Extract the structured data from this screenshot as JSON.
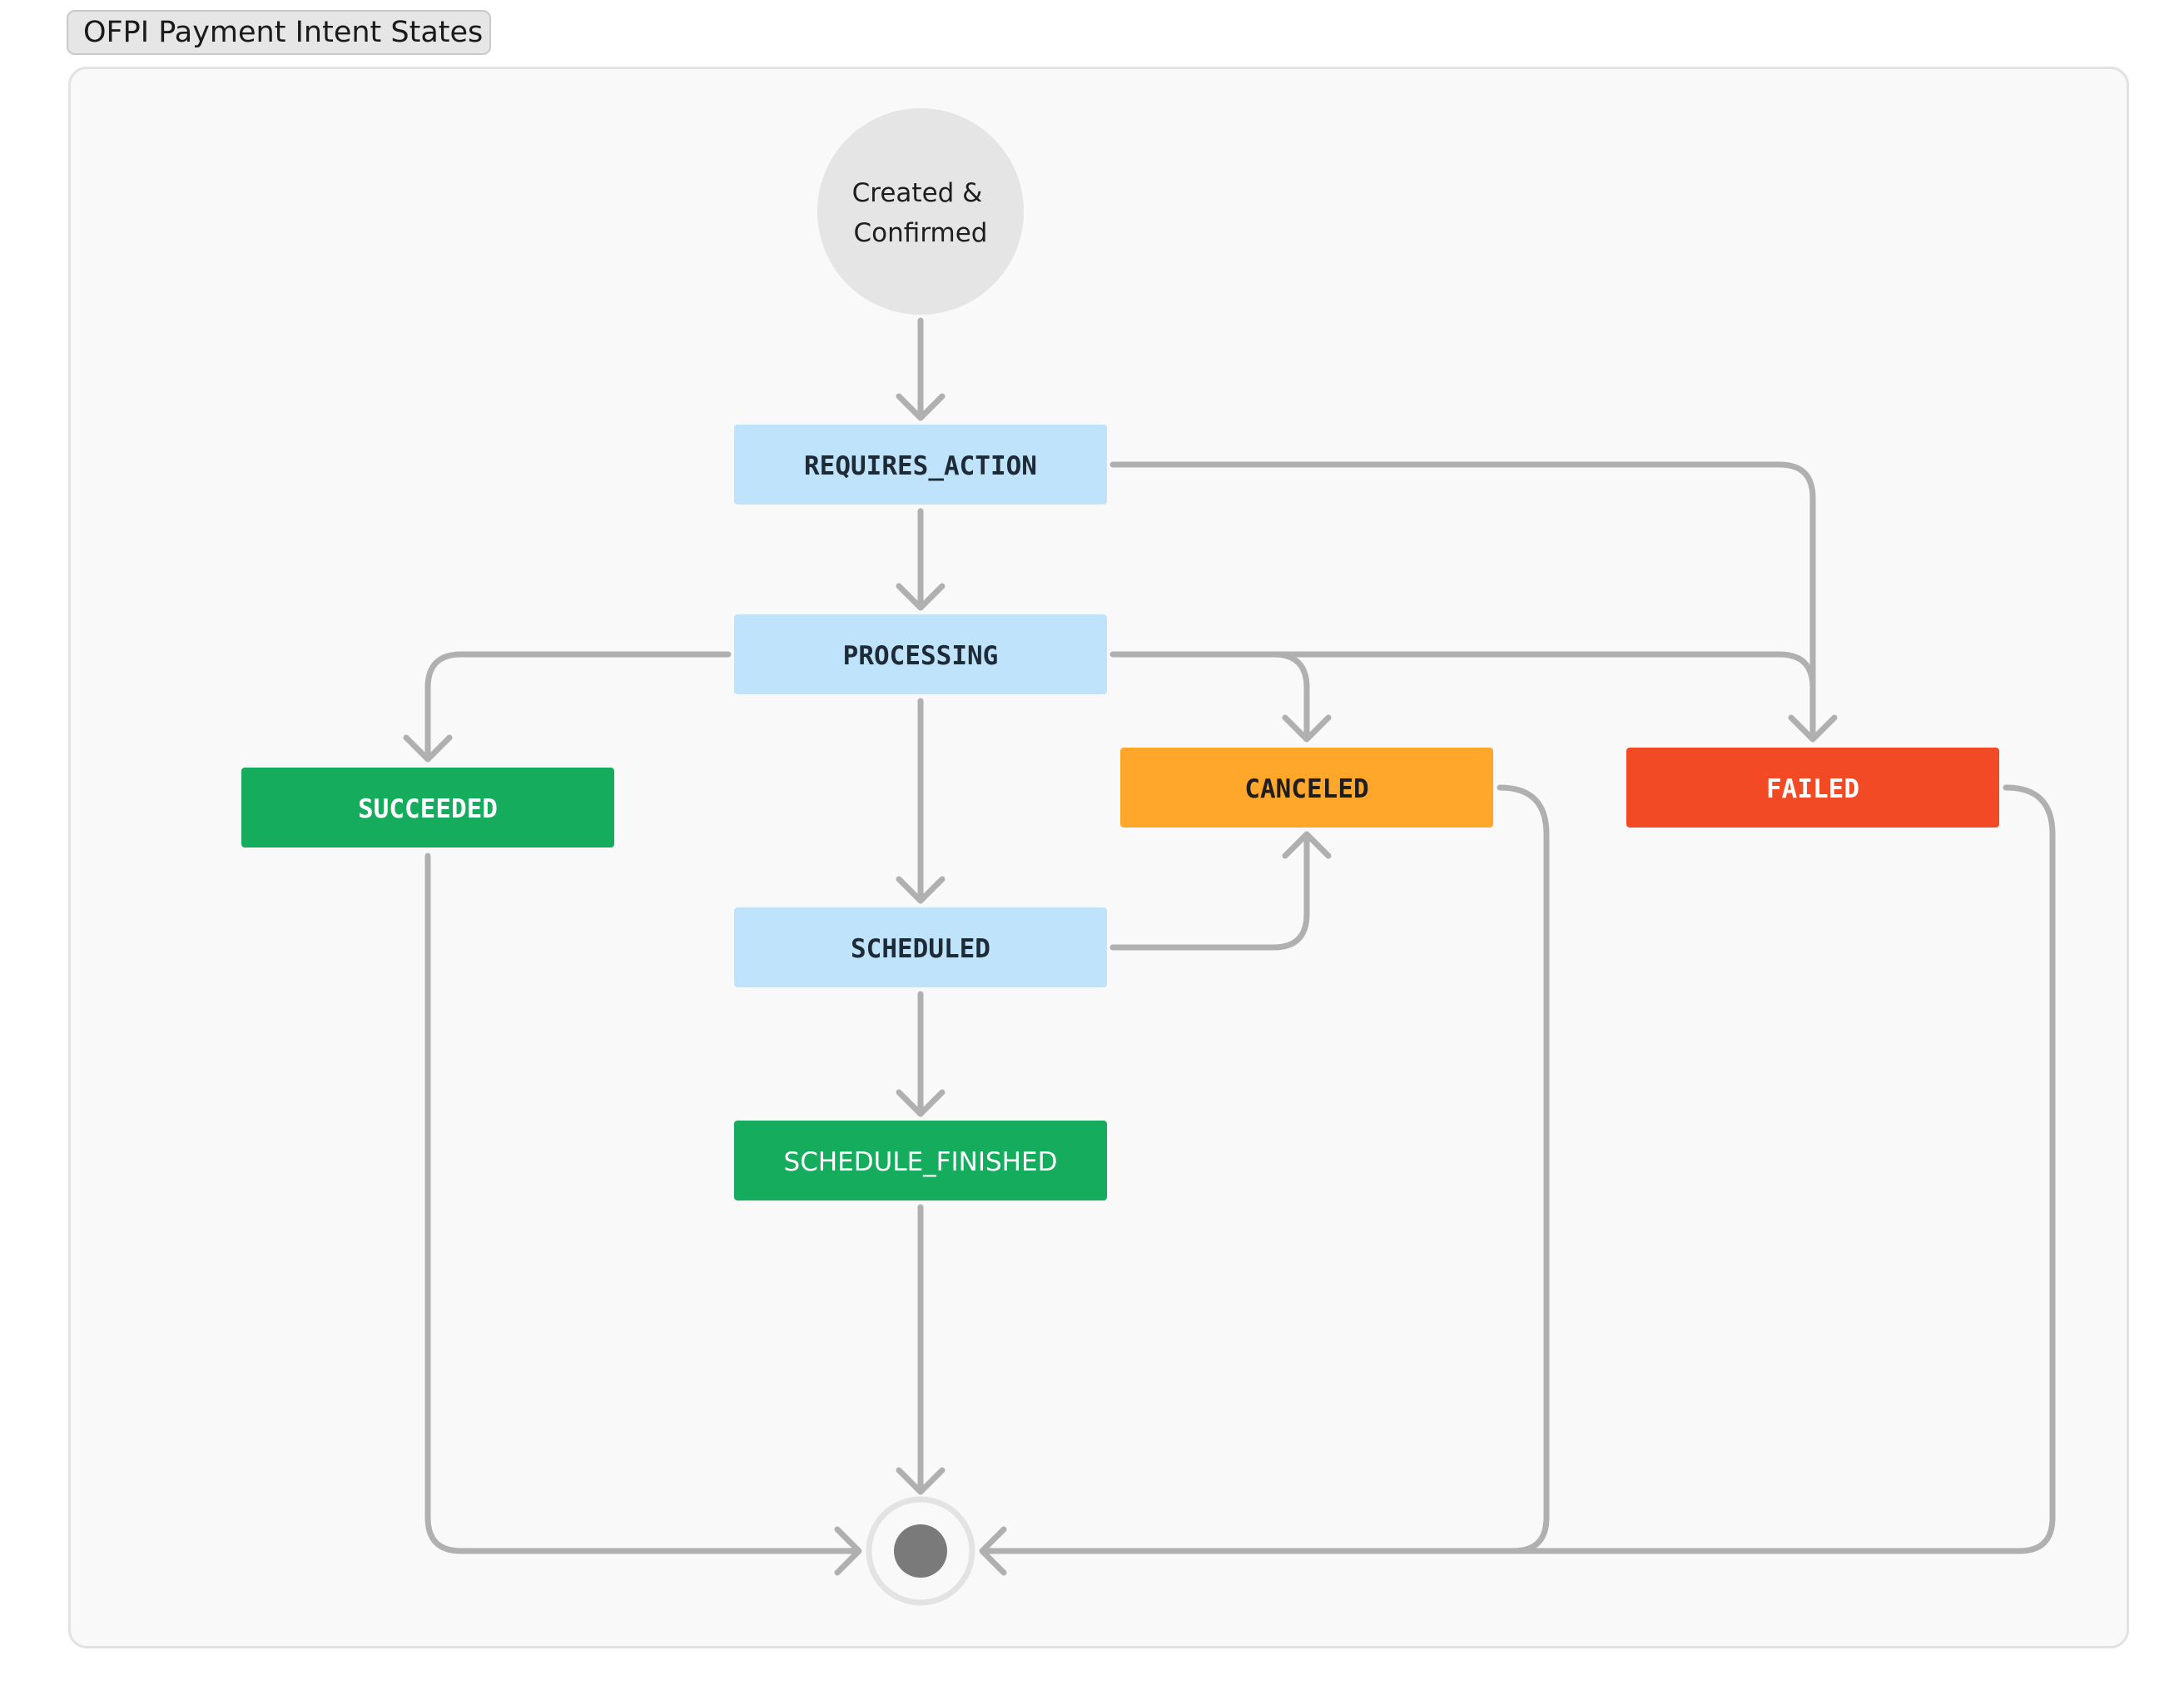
{
  "title": "OFPI Payment Intent States",
  "colors": {
    "pending_state": "#bfe3fb",
    "success_state": "#15ad5d",
    "canceled_state": "#fea72b",
    "failed_state": "#f24a24",
    "start_node": "#e5e5e5",
    "end_node": "#7a7a7a",
    "edge": "#b0b0b0"
  },
  "start": {
    "line1": "Created &",
    "line2": "Confirmed"
  },
  "states": {
    "requires_action": "REQUIRES_ACTION",
    "processing": "PROCESSING",
    "succeeded": "SUCCEEDED",
    "canceled": "CANCELED",
    "failed": "FAILED",
    "scheduled": "SCHEDULED",
    "schedule_finished": "SCHEDULE_FINISHED"
  },
  "transitions": [
    {
      "from": "start",
      "to": "requires_action"
    },
    {
      "from": "requires_action",
      "to": "processing"
    },
    {
      "from": "requires_action",
      "to": "failed"
    },
    {
      "from": "processing",
      "to": "succeeded"
    },
    {
      "from": "processing",
      "to": "scheduled"
    },
    {
      "from": "processing",
      "to": "canceled"
    },
    {
      "from": "processing",
      "to": "failed"
    },
    {
      "from": "scheduled",
      "to": "canceled"
    },
    {
      "from": "scheduled",
      "to": "schedule_finished"
    },
    {
      "from": "succeeded",
      "to": "end"
    },
    {
      "from": "schedule_finished",
      "to": "end"
    },
    {
      "from": "canceled",
      "to": "end"
    },
    {
      "from": "failed",
      "to": "end"
    }
  ]
}
